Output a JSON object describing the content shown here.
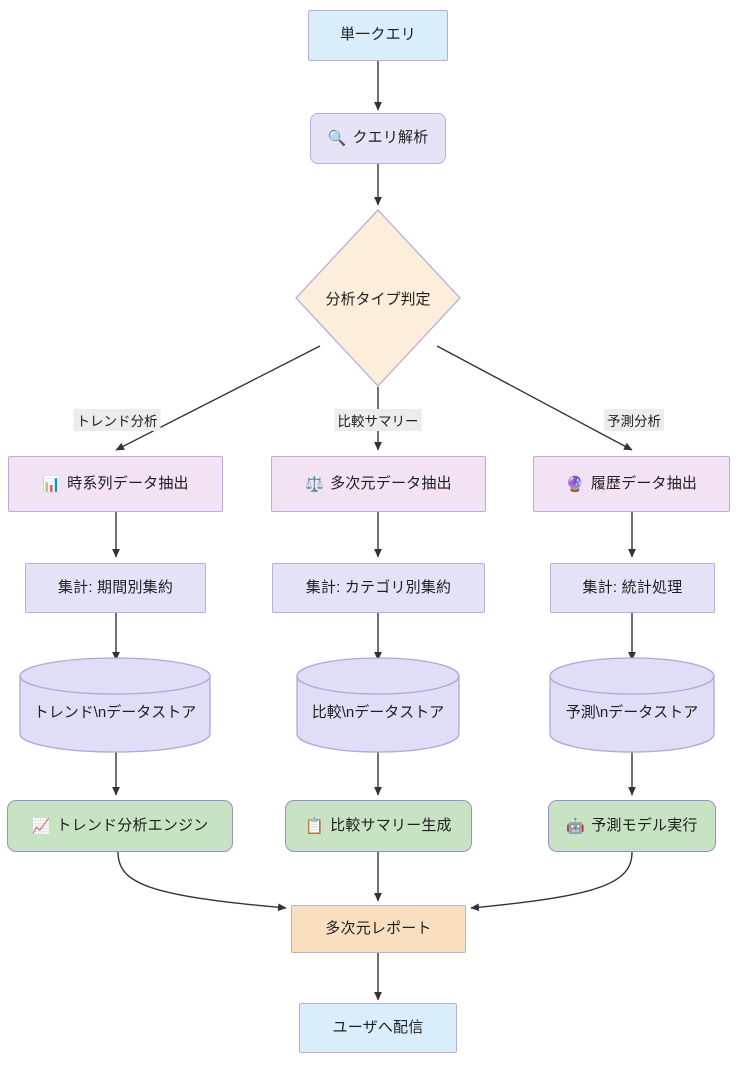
{
  "diagram": {
    "type": "flowchart",
    "direction": "top-down",
    "background": "#ffffff",
    "palette": {
      "blue_fill": "#d9edfb",
      "lavender_fill": "#e6e3f7",
      "pink_fill": "#f2e2f4",
      "green_fill": "#c7e3c3",
      "orange_fill": "#fadec0",
      "diamond_fill": "#fdeedc",
      "border": "#b9aedb",
      "edge": "#333333",
      "text": "#1f1f1f",
      "edge_label_bg": "#ececec"
    }
  },
  "nodes": {
    "start": {
      "label": "単一クエリ",
      "shape": "rect",
      "style": "blue"
    },
    "parse": {
      "icon": "🔍",
      "icon_name": "magnifier-icon",
      "label": "クエリ解析",
      "shape": "rounded-rect",
      "style": "lavender"
    },
    "decision": {
      "label": "分析タイプ判定",
      "shape": "diamond",
      "style": "diamond"
    },
    "extract_trend": {
      "icon": "📊",
      "icon_name": "bar-chart-icon",
      "label": "時系列データ抽出",
      "shape": "rect",
      "style": "pink"
    },
    "extract_compare": {
      "icon": "⚖️",
      "icon_name": "scales-icon",
      "label": "多次元データ抽出",
      "shape": "rect",
      "style": "pink"
    },
    "extract_forecast": {
      "icon": "🔮",
      "icon_name": "crystal-ball-icon",
      "label": "履歴データ抽出",
      "shape": "rect",
      "style": "pink"
    },
    "agg_trend": {
      "label": "集計: 期間別集約",
      "shape": "rect",
      "style": "lavender-plain"
    },
    "agg_compare": {
      "label": "集計: カテゴリ別集約",
      "shape": "rect",
      "style": "lavender-plain"
    },
    "agg_forecast": {
      "label": "集計: 統計処理",
      "shape": "rect",
      "style": "lavender-plain"
    },
    "store_trend": {
      "label": "トレンド\\nデータストア",
      "shape": "cylinder",
      "style": "lavender-plain"
    },
    "store_compare": {
      "label": "比較\\nデータストア",
      "shape": "cylinder",
      "style": "lavender-plain"
    },
    "store_forecast": {
      "label": "予測\\nデータストア",
      "shape": "cylinder",
      "style": "lavender-plain"
    },
    "engine_trend": {
      "icon": "📈",
      "icon_name": "chart-increasing-icon",
      "label": "トレンド分析エンジン",
      "shape": "rounded-rect",
      "style": "green"
    },
    "engine_compare": {
      "icon": "📋",
      "icon_name": "clipboard-icon",
      "label": "比較サマリー生成",
      "shape": "rounded-rect",
      "style": "green"
    },
    "engine_forecast": {
      "icon": "🤖",
      "icon_name": "robot-icon",
      "label": "予測モデル実行",
      "shape": "rounded-rect",
      "style": "green"
    },
    "report": {
      "label": "多次元レポート",
      "shape": "rect",
      "style": "orange"
    },
    "deliver": {
      "label": "ユーザへ配信",
      "shape": "rect",
      "style": "blue"
    }
  },
  "edge_labels": {
    "branch_trend": "トレンド分析",
    "branch_compare": "比較サマリー",
    "branch_forecast": "予測分析"
  }
}
